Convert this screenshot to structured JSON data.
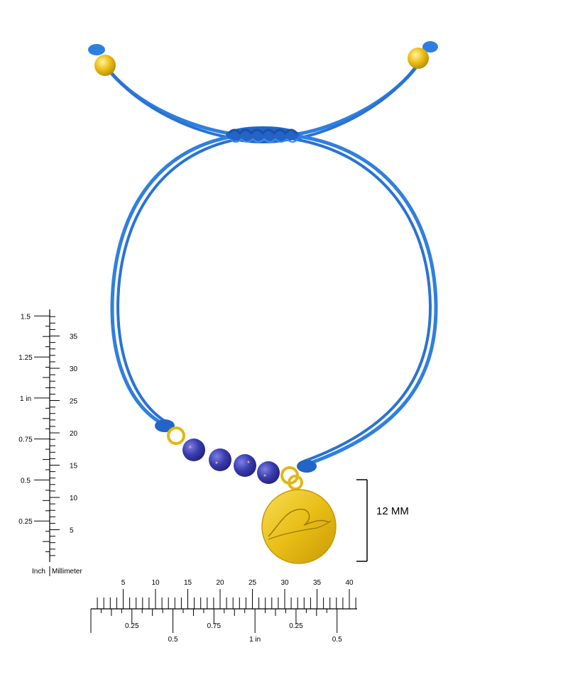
{
  "product": {
    "cord_color": "#2f7fe0",
    "cord_dark": "#1f63c2",
    "bead_color": "#3d3fb0",
    "gold_color": "#e2b714"
  },
  "dimension": {
    "label": "12 MM"
  },
  "vertical_ruler": {
    "inch_ticks": [
      {
        "value": 1.5,
        "label": "1.5"
      },
      {
        "value": 1.25,
        "label": "1.25"
      },
      {
        "value": 1.0,
        "label": "1 in"
      },
      {
        "value": 0.75,
        "label": "0.75"
      },
      {
        "value": 0.5,
        "label": "0.5"
      },
      {
        "value": 0.25,
        "label": "0.25"
      }
    ],
    "mm_ticks": [
      {
        "value": 35,
        "label": "35"
      },
      {
        "value": 30,
        "label": "30"
      },
      {
        "value": 25,
        "label": "25"
      },
      {
        "value": 20,
        "label": "20"
      },
      {
        "value": 15,
        "label": "15"
      },
      {
        "value": 10,
        "label": "10"
      },
      {
        "value": 5,
        "label": "5"
      }
    ],
    "inch_caption": "Inch",
    "mm_caption": "Millimeter"
  },
  "horizontal_ruler": {
    "mm_ticks": [
      {
        "value": 5,
        "label": "5"
      },
      {
        "value": 10,
        "label": "10"
      },
      {
        "value": 15,
        "label": "15"
      },
      {
        "value": 20,
        "label": "20"
      },
      {
        "value": 25,
        "label": "25"
      },
      {
        "value": 30,
        "label": "30"
      },
      {
        "value": 35,
        "label": "35"
      },
      {
        "value": 40,
        "label": "40"
      }
    ],
    "inch_ticks": [
      {
        "value": 0.25,
        "label": "0.25"
      },
      {
        "value": 0.5,
        "label": "0.5"
      },
      {
        "value": 0.75,
        "label": "0.75"
      },
      {
        "value": 1.0,
        "label": "1 in"
      },
      {
        "value": 1.25,
        "label": "0.25"
      },
      {
        "value": 1.5,
        "label": "0.5"
      }
    ]
  }
}
